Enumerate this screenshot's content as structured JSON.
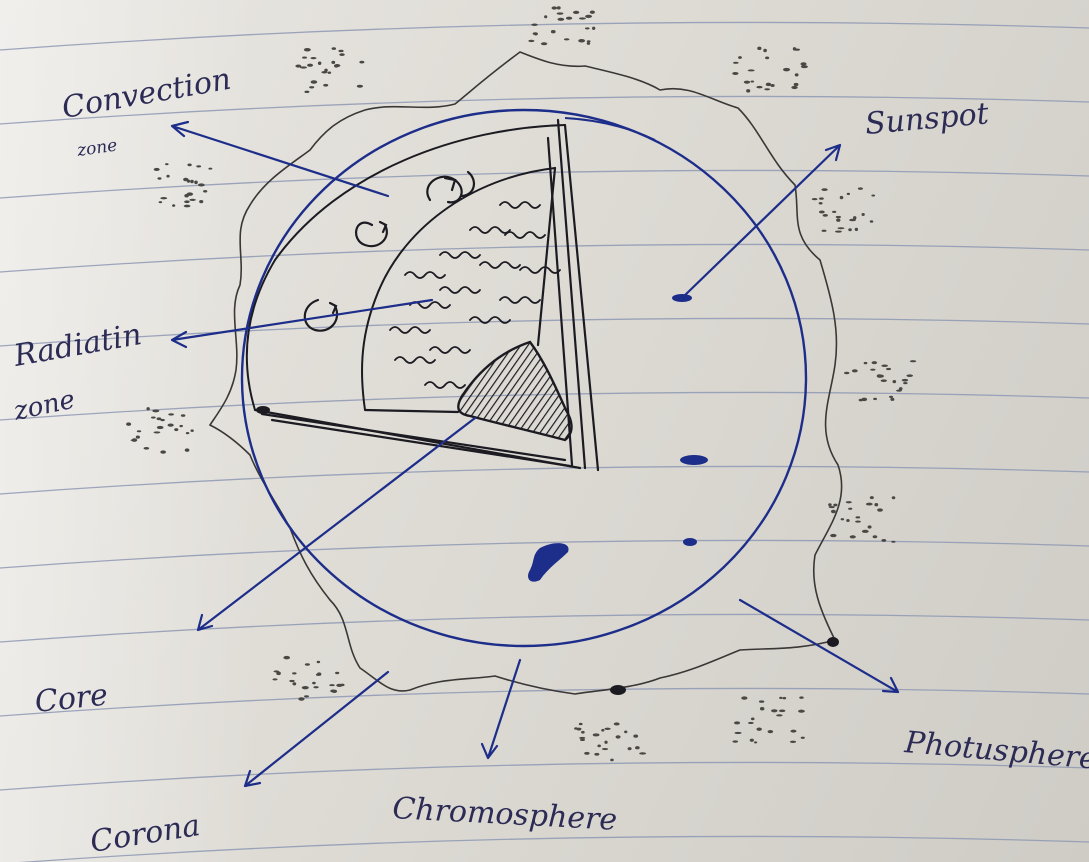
{
  "labels": {
    "convection": "Convection",
    "convection_zone": "zone",
    "radiation": "Radiatin",
    "radiation_zone": "zone",
    "sunspot": "Sunspot",
    "core": "Core",
    "corona": "Corona",
    "chromosphere": "Chromosphere",
    "photosphere": "Photusphere"
  },
  "colors": {
    "ink_blue": "#1d2d8a",
    "ink_black": "#1c1b22",
    "pencil": "#3a3836",
    "paper_line": "#8e99b4"
  }
}
